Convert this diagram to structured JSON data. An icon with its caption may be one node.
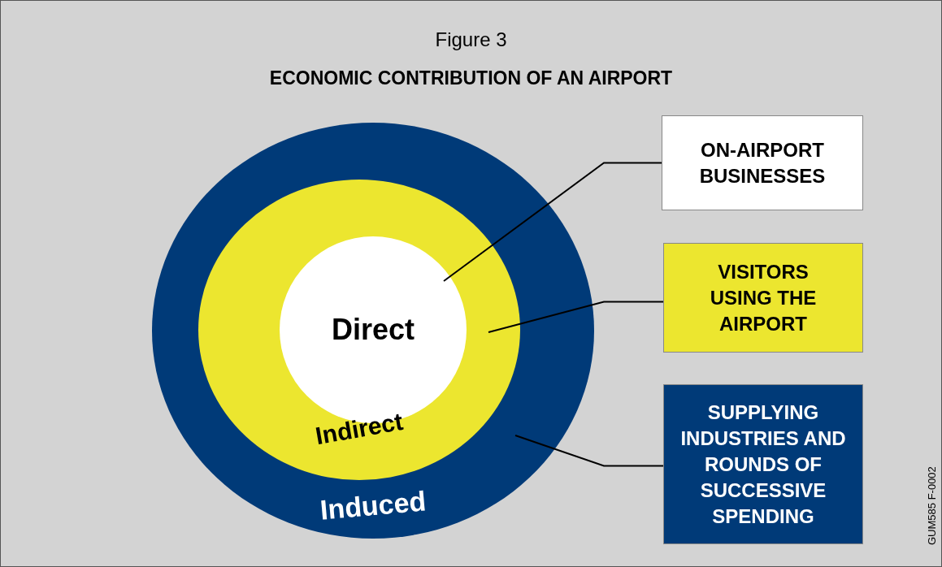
{
  "diagram": {
    "title": "ECONOMIC CONTRIBUTION OF AN AIRPORT",
    "nodes": [
      {
        "text": [
          "Induced"
        ]
      },
      {
        "text": [
          "Indirect"
        ],
        "in": 0
      },
      {
        "text": [
          "Direct"
        ],
        "in": 1
      },
      {
        "text": [
          "ON-AIRPORT BUSINESSES"
        ]
      },
      {
        "text": [
          "VISITORS USING THE AIRPORT"
        ]
      },
      {
        "text": [
          "SUPPLYING INDUSTRIES AND ROUNDS OF SUCCESSIVE SPENDING"
        ]
      }
    ],
    "edges": [
      {
        "from": 3,
        "to": 2,
        "arrow": "none"
      },
      {
        "from": 4,
        "to": 1,
        "arrow": "none"
      },
      {
        "from": 5,
        "to": 0,
        "arrow": "none"
      }
    ],
    "labels": [
      "Figure 3",
      "GUM585 F-0002"
    ]
  }
}
